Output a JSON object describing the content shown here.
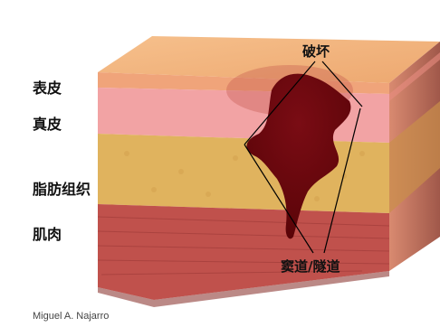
{
  "layers": {
    "epidermis": "表皮",
    "dermis": "真皮",
    "fat": "脂肪组织",
    "muscle": "肌肉"
  },
  "annotations": {
    "damage": "破坏",
    "sinus": "窦道/隧道"
  },
  "credit": "Miguel A. Najarro"
}
